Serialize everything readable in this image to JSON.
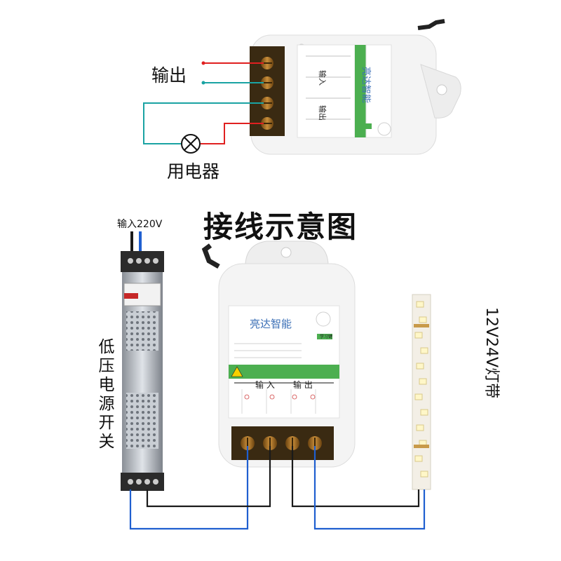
{
  "top_diagram": {
    "output_label": "输出",
    "appliance_label": "用电器",
    "module_brand": "亮达智能",
    "terminal_input": "输入",
    "terminal_output": "输出"
  },
  "title": "接线示意图",
  "bottom_diagram": {
    "input_voltage_label": "输入220V",
    "power_supply_label": "低压电源开关",
    "led_strip_label": "12V24V灯带",
    "module_brand": "亮达智能",
    "terminal_input": "输 入",
    "terminal_output": "输 出",
    "learn_button_label": "学习键"
  },
  "colors": {
    "wire_red": "#e02020",
    "wire_cyan": "#1aa3a3",
    "wire_blue": "#1f5fd0",
    "terminal_brass": "#b07a2a",
    "module_green": "#4caf50",
    "module_body": "#f4f4f4"
  }
}
